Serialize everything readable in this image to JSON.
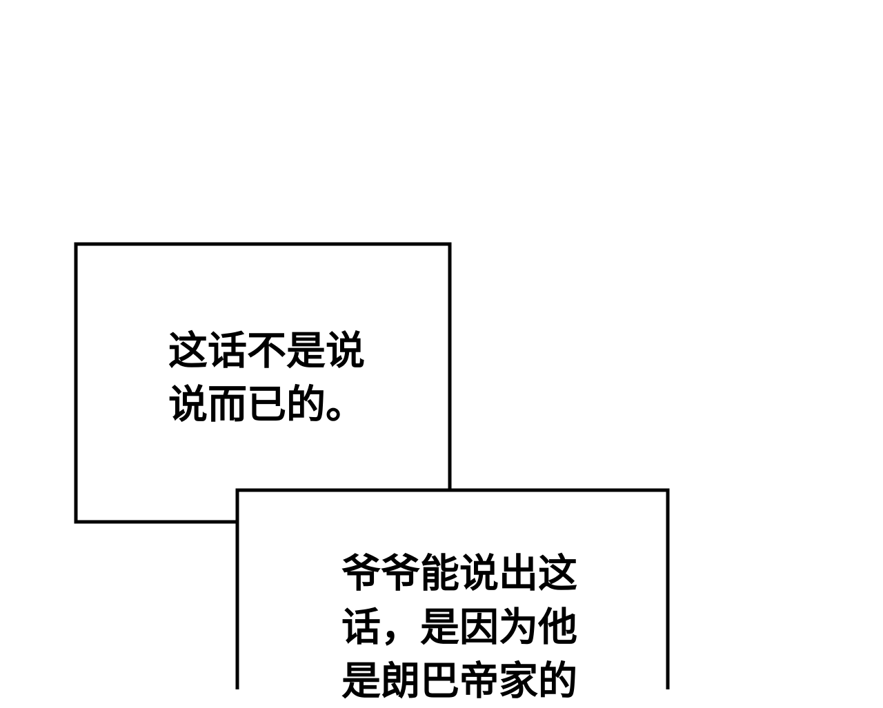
{
  "page": {
    "background": "#ffffff",
    "ink": "#000000"
  },
  "caption_1": {
    "lines": [
      "这话不是说",
      "说而已的。"
    ]
  },
  "caption_2": {
    "lines": [
      "爷爷能说出这",
      "话，是因为他",
      "是朗巴帝家的"
    ]
  }
}
